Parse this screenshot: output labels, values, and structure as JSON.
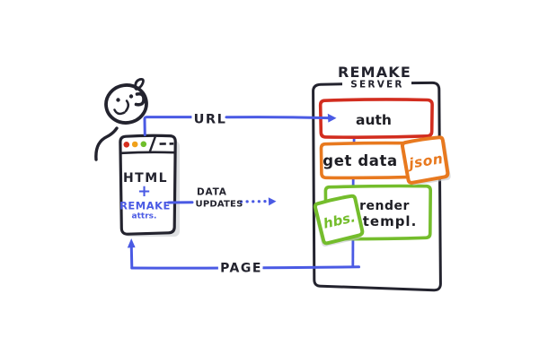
{
  "browser": {
    "content_line1": "HTML",
    "content_plus": "+",
    "content_line2": "REMAKE",
    "content_line3": "attrs."
  },
  "connections": {
    "url_label": "URL",
    "data_updates_line1": "DATA",
    "data_updates_line2": "UPDATES",
    "page_label": "PAGE"
  },
  "server": {
    "title": "REMAKE",
    "subtitle": "SERVER",
    "auth_box": {
      "label": "auth"
    },
    "get_data_box": {
      "label": "get data",
      "tag": "json"
    },
    "render_box": {
      "label_line1": "render",
      "label_line2": "templ.",
      "tag": "hbs."
    }
  },
  "colors": {
    "ink": "#23232e",
    "blue": "#4a5ae4",
    "red": "#d22d1f",
    "orange": "#e8791f",
    "green": "#74bd2c",
    "amber": "#f0a11b",
    "shadow": "#c3c7ca"
  }
}
